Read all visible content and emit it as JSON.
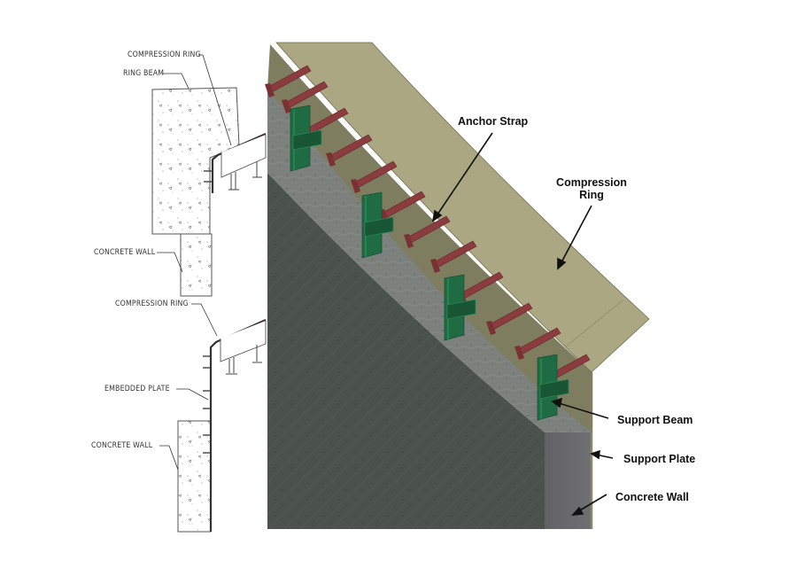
{
  "cad_details": {
    "upper": {
      "compression_ring": "COMPRESSION RING",
      "ring_beam": "RING BEAM",
      "concrete_wall": "CONCRETE WALL"
    },
    "lower": {
      "compression_ring": "COMPRESSION RING",
      "embedded_plate": "EMBEDDED PLATE",
      "concrete_wall": "CONCRETE WALL"
    }
  },
  "render_labels": {
    "anchor_strap": "Anchor Strap",
    "compression_ring_line1": "Compression",
    "compression_ring_line2": "Ring",
    "support_beam": "Support Beam",
    "support_plate": "Support Plate",
    "concrete_wall": "Concrete Wall"
  },
  "colors": {
    "ring_top": "#aaa782",
    "ring_face": "#7e7d5f",
    "anchor_strap": "#8c3b3e",
    "support_beam": "#1f6b43",
    "concrete_face": "#4b514d",
    "concrete_top": "#7f8480",
    "wall_end": "#6c6b70"
  }
}
